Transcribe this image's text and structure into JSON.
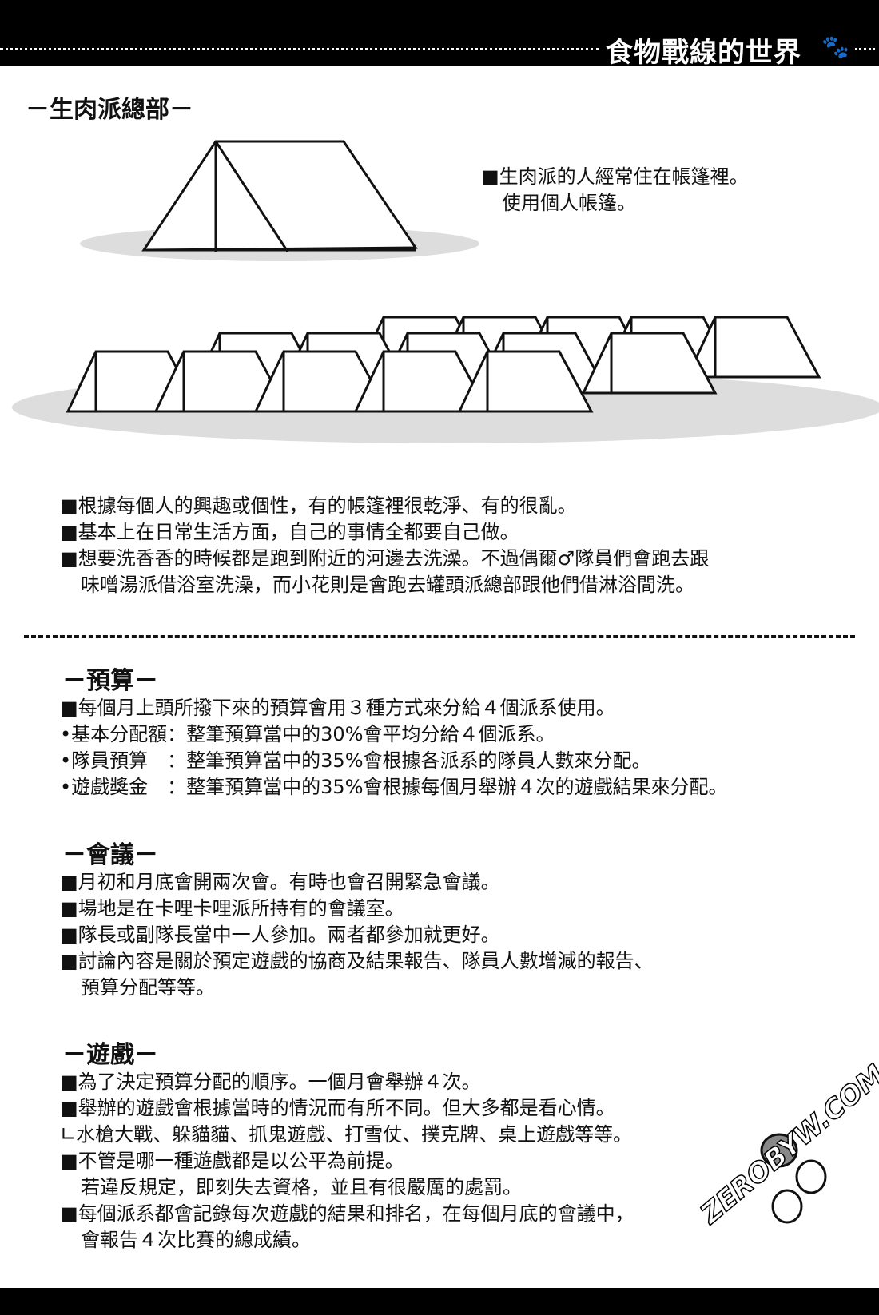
{
  "header": {
    "title": "食物戰線的世界",
    "icon": "paw-icon"
  },
  "section1": {
    "heading": "－生肉派總部－",
    "caption": [
      "■生肉派的人經常住在帳篷裡。",
      "使用個人帳篷。"
    ],
    "bullets": [
      "■根據每個人的興趣或個性，有的帳篷裡很乾淨、有的很亂。",
      "■基本上在日常生活方面，自己的事情全都要自己做。",
      "■想要洗香香的時候都是跑到附近的河邊去洗澡。不過偶爾♂隊員們會跑去跟",
      "味噌湯派借浴室洗澡，而小花則是會跑去罐頭派總部跟他們借淋浴間洗。"
    ]
  },
  "budget": {
    "heading": "－預算－",
    "lines": [
      "■每個月上頭所撥下來的預算會用３種方式來分給４個派系使用。",
      "•基本分配額：整筆預算當中的30%會平均分給４個派系。",
      "•隊員預算　：整筆預算當中的35%會根據各派系的隊員人數來分配。",
      "•遊戲獎金　：整筆預算當中的35%會根據每個月舉辦４次的遊戲結果來分配。"
    ]
  },
  "meeting": {
    "heading": "－會議－",
    "lines": [
      "■月初和月底會開兩次會。有時也會召開緊急會議。",
      "■場地是在卡哩卡哩派所持有的會議室。",
      "■隊長或副隊長當中一人參加。兩者都參加就更好。",
      "■討論內容是關於預定遊戲的協商及結果報告、隊員人數增減的報告、",
      "預算分配等等。"
    ]
  },
  "games": {
    "heading": "－遊戲－",
    "lines": [
      "■為了決定預算分配的順序。一個月會舉辦４次。",
      "■舉辦的遊戲會根據當時的情況而有所不同。但大多都是看心情。",
      "∟水槍大戰、躲貓貓、抓鬼遊戲、打雪仗、撲克牌、桌上遊戲等等。",
      "■不管是哪一種遊戲都是以公平為前提。",
      "若違反規定，即刻失去資格，並且有很嚴厲的處罰。",
      "■每個派系都會記錄每次遊戲的結果和排名，在每個月底的會議中，",
      "會報告４次比賽的總成績。"
    ]
  },
  "watermark": "ZEROBYW.COM"
}
